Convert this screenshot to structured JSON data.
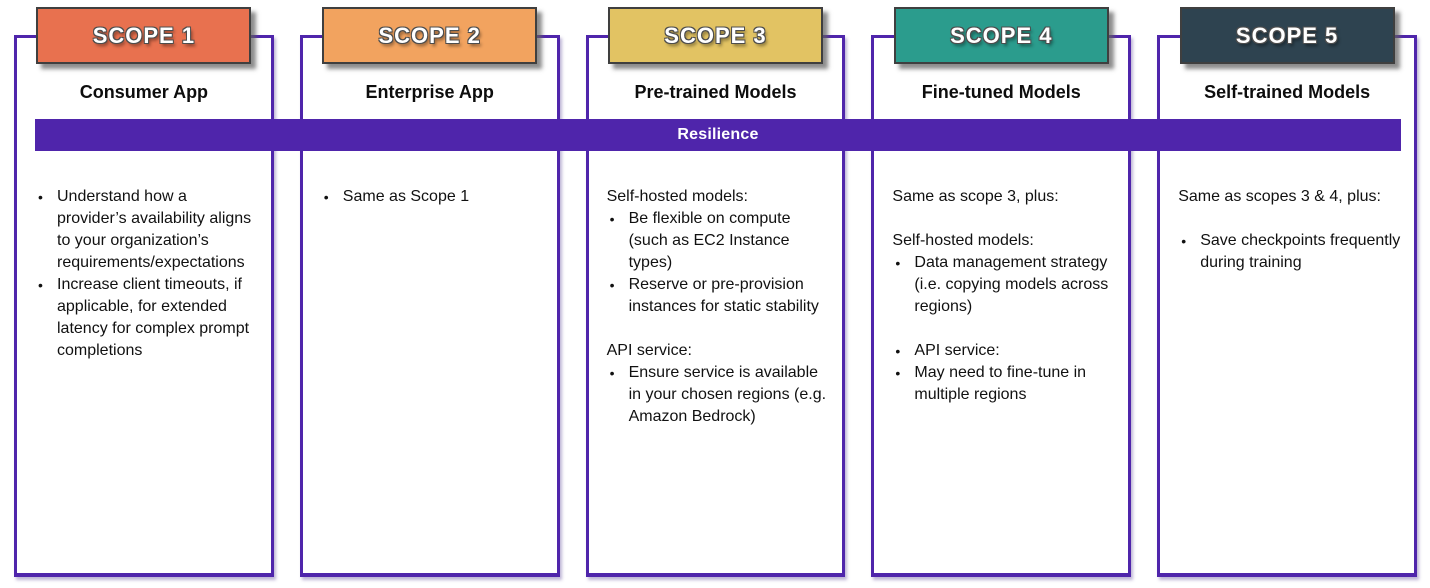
{
  "colors": {
    "frame": "#4f25ab",
    "bar": "#4f25ab",
    "badge_border": "#3f3f3f"
  },
  "resilience": {
    "label": "Resilience"
  },
  "columns": [
    {
      "badge": "SCOPE 1",
      "badge_color": "#e8714f",
      "title": "Consumer App",
      "items": [
        {
          "type": "bullet",
          "text": "Understand how a provider’s availability aligns to your organization’s requirements/expectations"
        },
        {
          "type": "bullet",
          "text": "Increase client timeouts, if applicable, for extended latency for complex prompt completions"
        }
      ]
    },
    {
      "badge": "SCOPE 2",
      "badge_color": "#f2a35f",
      "title": "Enterprise App",
      "items": [
        {
          "type": "bullet",
          "text": "Same as Scope 1"
        }
      ]
    },
    {
      "badge": "SCOPE 3",
      "badge_color": "#e2c363",
      "title": "Pre-trained Models",
      "items": [
        {
          "type": "plain",
          "text": "Self-hosted models:"
        },
        {
          "type": "bullet",
          "text": "Be flexible on compute (such as EC2 Instance types)"
        },
        {
          "type": "bullet",
          "text": "Reserve or pre-provision instances for static stability"
        },
        {
          "type": "spacer",
          "text": ""
        },
        {
          "type": "plain",
          "text": "API service:"
        },
        {
          "type": "bullet",
          "text": "Ensure service is available in your chosen regions (e.g. Amazon Bedrock)"
        }
      ]
    },
    {
      "badge": "SCOPE 4",
      "badge_color": "#2b9c8d",
      "title": "Fine-tuned Models",
      "items": [
        {
          "type": "plain",
          "text": "Same as scope 3, plus:"
        },
        {
          "type": "spacer",
          "text": ""
        },
        {
          "type": "plain",
          "text": "Self-hosted models:"
        },
        {
          "type": "bullet",
          "text": "Data management strategy (i.e. copying models across regions)"
        },
        {
          "type": "spacer",
          "text": ""
        },
        {
          "type": "bullet",
          "text": "API service:"
        },
        {
          "type": "bullet",
          "text": "May need to fine-tune in multiple regions"
        }
      ]
    },
    {
      "badge": "SCOPE 5",
      "badge_color": "#2e4350",
      "title": "Self-trained Models",
      "items": [
        {
          "type": "plain",
          "text": "Same as scopes 3 & 4, plus:"
        },
        {
          "type": "spacer",
          "text": ""
        },
        {
          "type": "bullet",
          "text": "Save checkpoints frequently during training"
        }
      ]
    }
  ]
}
